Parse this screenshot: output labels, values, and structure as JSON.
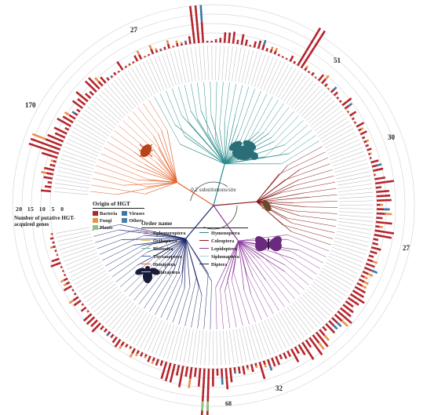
{
  "scale_ring_labels": [
    "20",
    "15",
    "10",
    "5",
    "0"
  ],
  "scale_axis_title": "Number of putative HGT-acquired genes",
  "scale_bar_label": "0.2 substitutions/site",
  "callouts": {
    "top": "27",
    "top_right": "51",
    "right_upper": "30",
    "right_lower": "27",
    "bottom": "32",
    "bottom_far": "68",
    "left": "170"
  },
  "origin_legend": {
    "title": "Origin of HGT",
    "items": [
      {
        "label": "Bacteria",
        "color": "#b5232b"
      },
      {
        "label": "Viruses",
        "color": "#3a78a8"
      },
      {
        "label": "Fungi",
        "color": "#e8914a"
      },
      {
        "label": "Others",
        "color": "#4d7ea8"
      },
      {
        "label": "Plants",
        "color": "#8cc47e"
      }
    ]
  },
  "order_legend": {
    "title": "Order name",
    "items": [
      {
        "label": "Ephemeroptera",
        "color": "#e6a0c8"
      },
      {
        "label": "Hymenoptera",
        "color": "#2a8c8c"
      },
      {
        "label": "Orthoptera",
        "color": "#e8c26a"
      },
      {
        "label": "Coleoptera",
        "color": "#8b1a1a"
      },
      {
        "label": "Blattodea",
        "color": "#5dbf9a"
      },
      {
        "label": "Lepidoptera",
        "color": "#8e3a9e"
      },
      {
        "label": "Thysanoptera",
        "color": "#4c5fb3"
      },
      {
        "label": "Siphonaptera",
        "color": "#9fd0e0"
      },
      {
        "label": "Hemiptera",
        "color": "#e4622a"
      },
      {
        "label": "Diptera",
        "color": "#1e2a6e"
      },
      {
        "label": "Phthiraptera",
        "color": "#7fd4e0"
      }
    ]
  },
  "colors": {
    "bacteria": "#b5232b",
    "fungi": "#e8914a",
    "plants": "#8cc47e",
    "others": "#3a78a8",
    "ring": "#d8d8d8",
    "hymenoptera": "#2a8c8c",
    "hemiptera": "#e4622a",
    "coleoptera": "#8b1a1a",
    "lepidoptera": "#8e3a9e",
    "diptera": "#1e2a6e"
  },
  "icons": [
    "bee-icon",
    "beetle-icon",
    "bug-icon",
    "moth-icon",
    "fly-icon",
    "butterfly-icon"
  ]
}
